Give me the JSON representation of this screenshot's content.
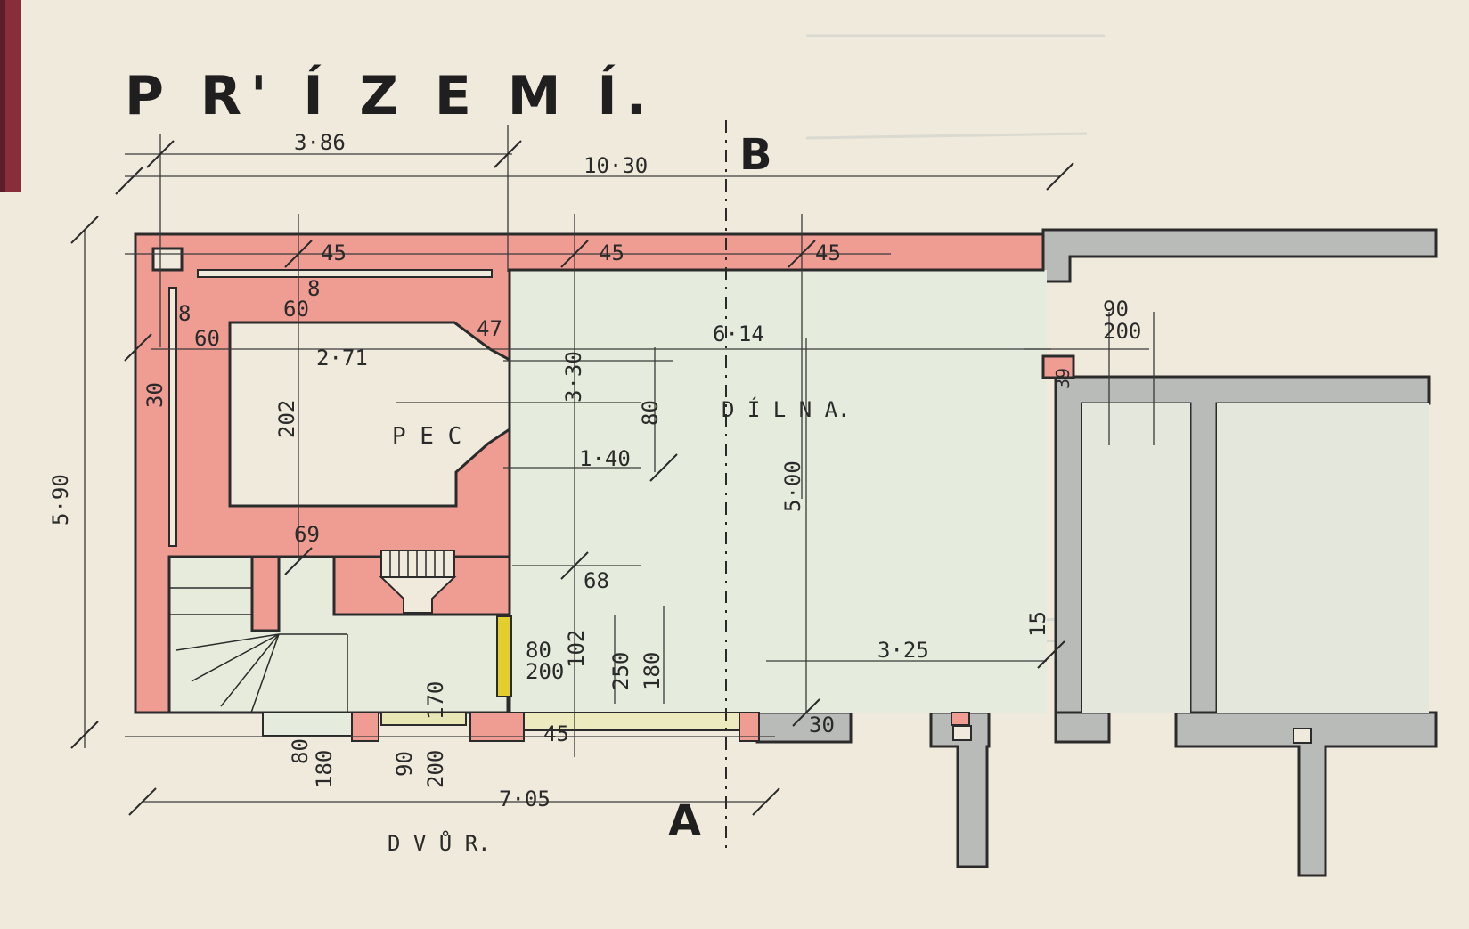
{
  "title": "P R' Í Z E M Í.",
  "rooms": {
    "pec": "P E C",
    "dilna": "D Í L N A.",
    "dvur": "D V Ů R."
  },
  "section_marks": {
    "top": "B",
    "bottom": "A"
  },
  "dimensions": {
    "d_386": "3·86",
    "d_1030": "10·30",
    "d_45_a": "45",
    "d_45_b": "45",
    "d_45_c": "45",
    "d_8_a": "8",
    "d_8_b": "8",
    "d_60_a": "60",
    "d_60_b": "60",
    "d_47": "47",
    "d_30": "30",
    "d_271": "2·71",
    "d_202": "202",
    "d_330": "3·30",
    "d_80": "80",
    "d_140": "1·40",
    "d_614": "6·14",
    "d_500": "5·00",
    "d_69": "69",
    "d_68": "68",
    "d_590": "5·90",
    "d_90": "90",
    "d_200": "200",
    "d_39": "39",
    "d_325": "3·25",
    "d_15": "15",
    "d_80_200": "80",
    "d_200_b": "200",
    "d_102": "102",
    "d_250": "250",
    "d_180": "180",
    "d_80_180_a": "80",
    "d_180_a": "180",
    "d_90_200": "90",
    "d_200_c": "200",
    "d_170": "170",
    "d_45_d": "45",
    "d_30_b": "30",
    "d_705": "7·05"
  },
  "colors": {
    "paper": "#efeadb",
    "wall_pink": "#ef9c93",
    "wall_grey": "#b9bbb9",
    "room_green": "#e5ecdd",
    "door_yellow": "#e2cf2c",
    "ink": "#2b2b2b",
    "stamp": "#8a2d3a"
  }
}
